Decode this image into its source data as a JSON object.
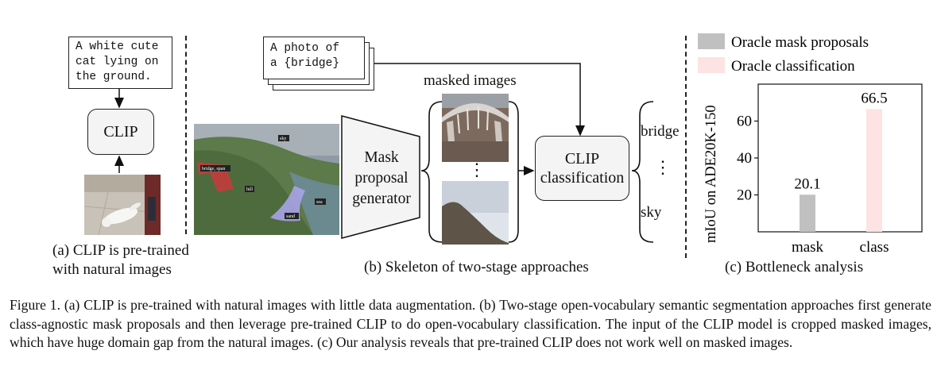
{
  "panel_a": {
    "text_prompt": [
      "A white cute",
      "cat lying on",
      "the ground."
    ],
    "clip_label": "CLIP",
    "caption": [
      "(a) CLIP is pre-trained",
      "with natural images"
    ]
  },
  "panel_b": {
    "prompt_lines": [
      "A photo of",
      "a {bridge}"
    ],
    "masked_images_label": "masked images",
    "vertical_dots": "⋮",
    "generator_label": [
      "Mask",
      "proposal",
      "generator"
    ],
    "clip_label": [
      "CLIP",
      "classification"
    ],
    "outputs": [
      "bridge",
      "⋮",
      "sky"
    ],
    "segment_labels": [
      "sky",
      "bridge, span",
      "hill",
      "sand",
      "sea"
    ],
    "caption": "(b) Skeleton of two-stage approaches"
  },
  "panel_c": {
    "caption": "(c) Bottleneck analysis",
    "chart_data": {
      "type": "bar",
      "categories": [
        "mask",
        "class"
      ],
      "series": [
        {
          "name": "Oracle mask proposals",
          "values": [
            20.1,
            null
          ],
          "color": "#c0c0c0"
        },
        {
          "name": "Oracle classification",
          "values": [
            null,
            66.5
          ],
          "color": "#fde3e3"
        }
      ],
      "data_labels": [
        "20.1",
        "66.5"
      ],
      "ylabel": "mIoU on ADE20K-150",
      "yticks": [
        20,
        40,
        60
      ],
      "ylim": [
        0,
        80
      ],
      "legend": "top"
    }
  },
  "figure_caption": "Figure 1. (a) CLIP is pre-trained with natural images with little data augmentation. (b) Two-stage open-vocabulary semantic segmentation approaches first generate class-agnostic mask proposals and then leverage pre-trained CLIP to do open-vocabulary classification. The input of the CLIP model is cropped masked images, which have huge domain gap from the natural images. (c) Our analysis reveals that pre-trained CLIP does not work well on masked images.",
  "colors": {
    "clip_box_fill": "#f4f4f4",
    "oracle_mask": "#c0c0c0",
    "oracle_class": "#fde3e3"
  }
}
